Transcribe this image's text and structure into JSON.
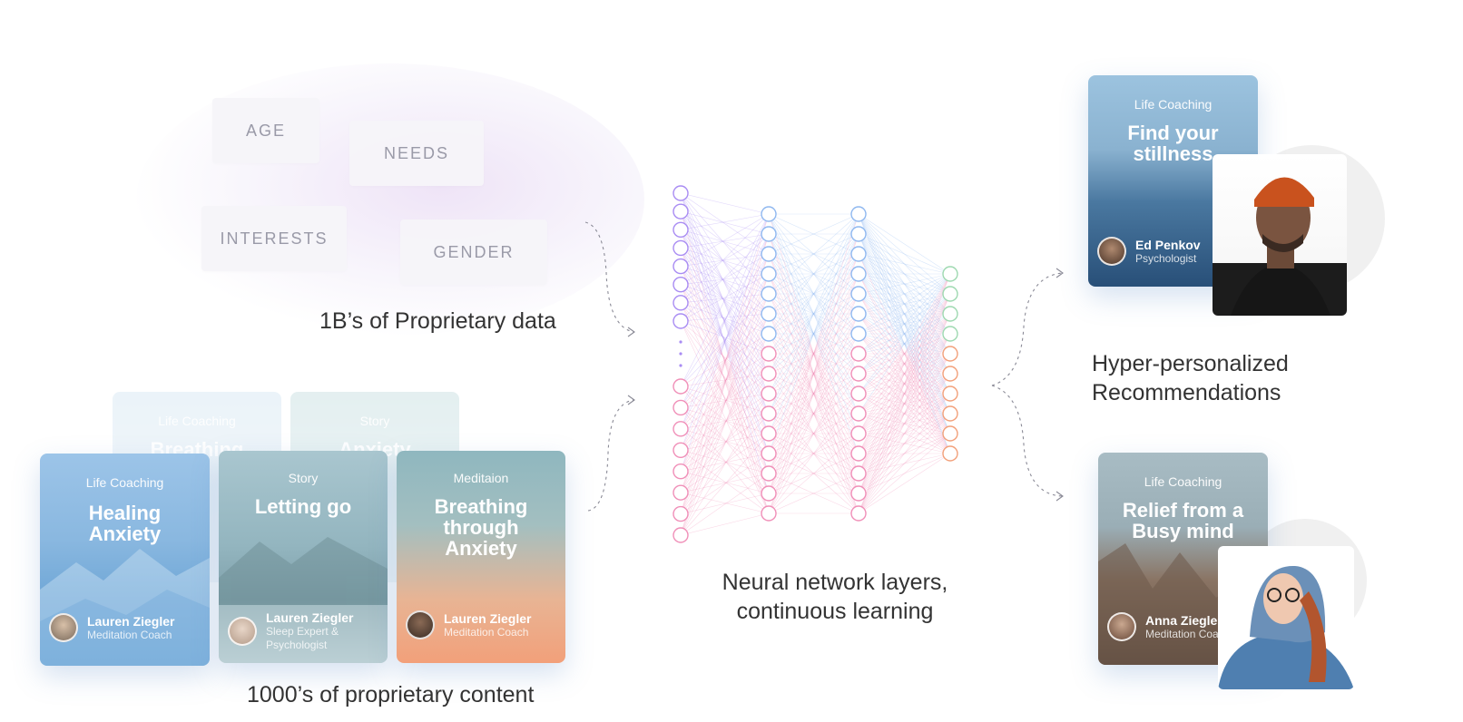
{
  "data_panel": {
    "tags": [
      "AGE",
      "NEEDS",
      "INTERESTS",
      "GENDER"
    ],
    "caption": "1B’s of Proprietary data"
  },
  "content_panel": {
    "caption": "1000’s of  proprietary content",
    "back_cards": [
      {
        "category": "Life Coaching",
        "title": "Breathing"
      },
      {
        "category": "Story",
        "title": "Anxiety"
      }
    ],
    "cards": [
      {
        "category": "Life Coaching",
        "title": "Healing Anxiety",
        "author": "Lauren Ziegler",
        "role": "Meditation Coach"
      },
      {
        "category": "Story",
        "title": "Letting go",
        "author": "Lauren Ziegler",
        "role": "Sleep Expert & Psychologist"
      },
      {
        "category": "Meditaion",
        "title": "Breathing through Anxiety",
        "author": "Lauren Ziegler",
        "role": "Meditation Coach"
      }
    ]
  },
  "network": {
    "caption": "Neural network layers, continuous learning",
    "layer_colors": [
      "#a98cf3",
      "#8fb8f0",
      "#f08fb8",
      "#9ed9b0",
      "#f2a07a"
    ]
  },
  "recommendations": {
    "caption": "Hyper-personalized Recommendations",
    "cards": [
      {
        "category": "Life Coaching",
        "title": "Find your stillness",
        "author": "Ed Penkov",
        "role": "Psychologist"
      },
      {
        "category": "Life Coaching",
        "title": "Relief from a Busy mind",
        "author": "Anna Ziegler",
        "role": "Meditation Coach"
      }
    ]
  }
}
